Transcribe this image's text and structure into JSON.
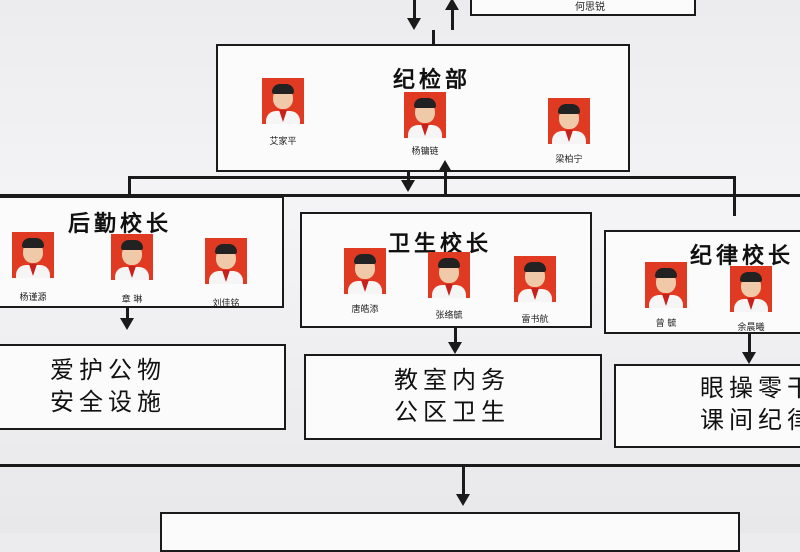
{
  "top_box_name": "何思锐",
  "jijian": {
    "title": "纪检部",
    "members": [
      "艾家平",
      "杨镛链",
      "梁柏宁"
    ]
  },
  "houqin": {
    "title": "后勤校长",
    "members": [
      "杨谨源",
      "章 琳",
      "刘佳铭"
    ],
    "duty_line1": "爱护公物",
    "duty_line2": "安全设施"
  },
  "weisheng": {
    "title": "卫生校长",
    "members": [
      "唐皓添",
      "张络毓",
      "雷书航"
    ],
    "duty_line1": "教室内务",
    "duty_line2": "公区卫生"
  },
  "jilv": {
    "title": "纪律校长",
    "members": [
      "曾 毓",
      "余晨曦"
    ],
    "duty_line1": "眼操零干",
    "duty_line2": "课间纪律"
  },
  "colors": {
    "photo_background": "#e03a22",
    "ink": "#1a1a1a",
    "board": "#fbfbfc"
  }
}
